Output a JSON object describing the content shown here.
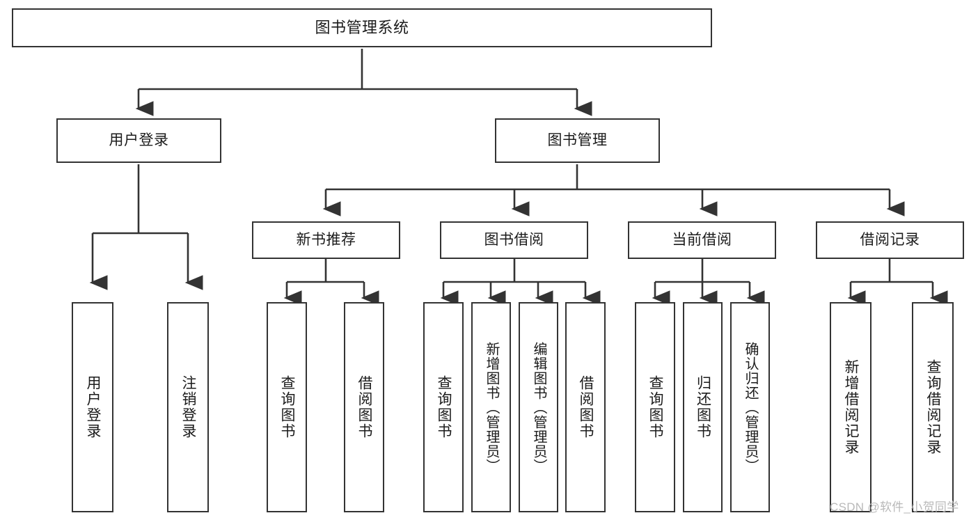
{
  "diagram": {
    "title": "图书管理系统",
    "type": "hierarchy-tree",
    "watermark": "CSDN @软件_小贺同学",
    "levels": 4,
    "colors": {
      "box_border": "#333333",
      "box_fill": "#ffffff",
      "connector": "#333333",
      "text": "#1b1b1b",
      "watermark": "#b9b9b9"
    },
    "root": {
      "label": "图书管理系统"
    },
    "level2": [
      {
        "label": "用户登录"
      },
      {
        "label": "图书管理"
      }
    ],
    "level3": [
      {
        "label": "新书推荐"
      },
      {
        "label": "图书借阅"
      },
      {
        "label": "当前借阅"
      },
      {
        "label": "借阅记录"
      }
    ],
    "leaves": {
      "user_login": [
        {
          "label": "用户登录"
        },
        {
          "label": "注销登录"
        }
      ],
      "new_book_recommend": [
        {
          "label": "查询图书"
        },
        {
          "label": "借阅图书"
        }
      ],
      "book_borrow": [
        {
          "label": "查询图书"
        },
        {
          "label": "新增图书（管理员）"
        },
        {
          "label": "编辑图书（管理员）"
        },
        {
          "label": "借阅图书"
        }
      ],
      "current_borrow": [
        {
          "label": "查询图书"
        },
        {
          "label": "归还图书"
        },
        {
          "label": "确认归还（管理员）"
        }
      ],
      "borrow_record": [
        {
          "label": "新增借阅记录"
        },
        {
          "label": "查询借阅记录"
        }
      ]
    }
  },
  "chart_data": {
    "type": "table",
    "title": "图书管理系统",
    "tree": [
      {
        "label": "图书管理系统",
        "level": 1,
        "children": [
          {
            "label": "用户登录",
            "level": 2,
            "children": [
              {
                "label": "用户登录",
                "level": 4
              },
              {
                "label": "注销登录",
                "level": 4
              }
            ]
          },
          {
            "label": "图书管理",
            "level": 2,
            "children": [
              {
                "label": "新书推荐",
                "level": 3,
                "children": [
                  {
                    "label": "查询图书",
                    "level": 4
                  },
                  {
                    "label": "借阅图书",
                    "level": 4
                  }
                ]
              },
              {
                "label": "图书借阅",
                "level": 3,
                "children": [
                  {
                    "label": "查询图书",
                    "level": 4
                  },
                  {
                    "label": "新增图书（管理员）",
                    "level": 4
                  },
                  {
                    "label": "编辑图书（管理员）",
                    "level": 4
                  },
                  {
                    "label": "借阅图书",
                    "level": 4
                  }
                ]
              },
              {
                "label": "当前借阅",
                "level": 3,
                "children": [
                  {
                    "label": "查询图书",
                    "level": 4
                  },
                  {
                    "label": "归还图书",
                    "level": 4
                  },
                  {
                    "label": "确认归还（管理员）",
                    "level": 4
                  }
                ]
              },
              {
                "label": "借阅记录",
                "level": 3,
                "children": [
                  {
                    "label": "新增借阅记录",
                    "level": 4
                  },
                  {
                    "label": "查询借阅记录",
                    "level": 4
                  }
                ]
              }
            ]
          }
        ]
      }
    ]
  }
}
